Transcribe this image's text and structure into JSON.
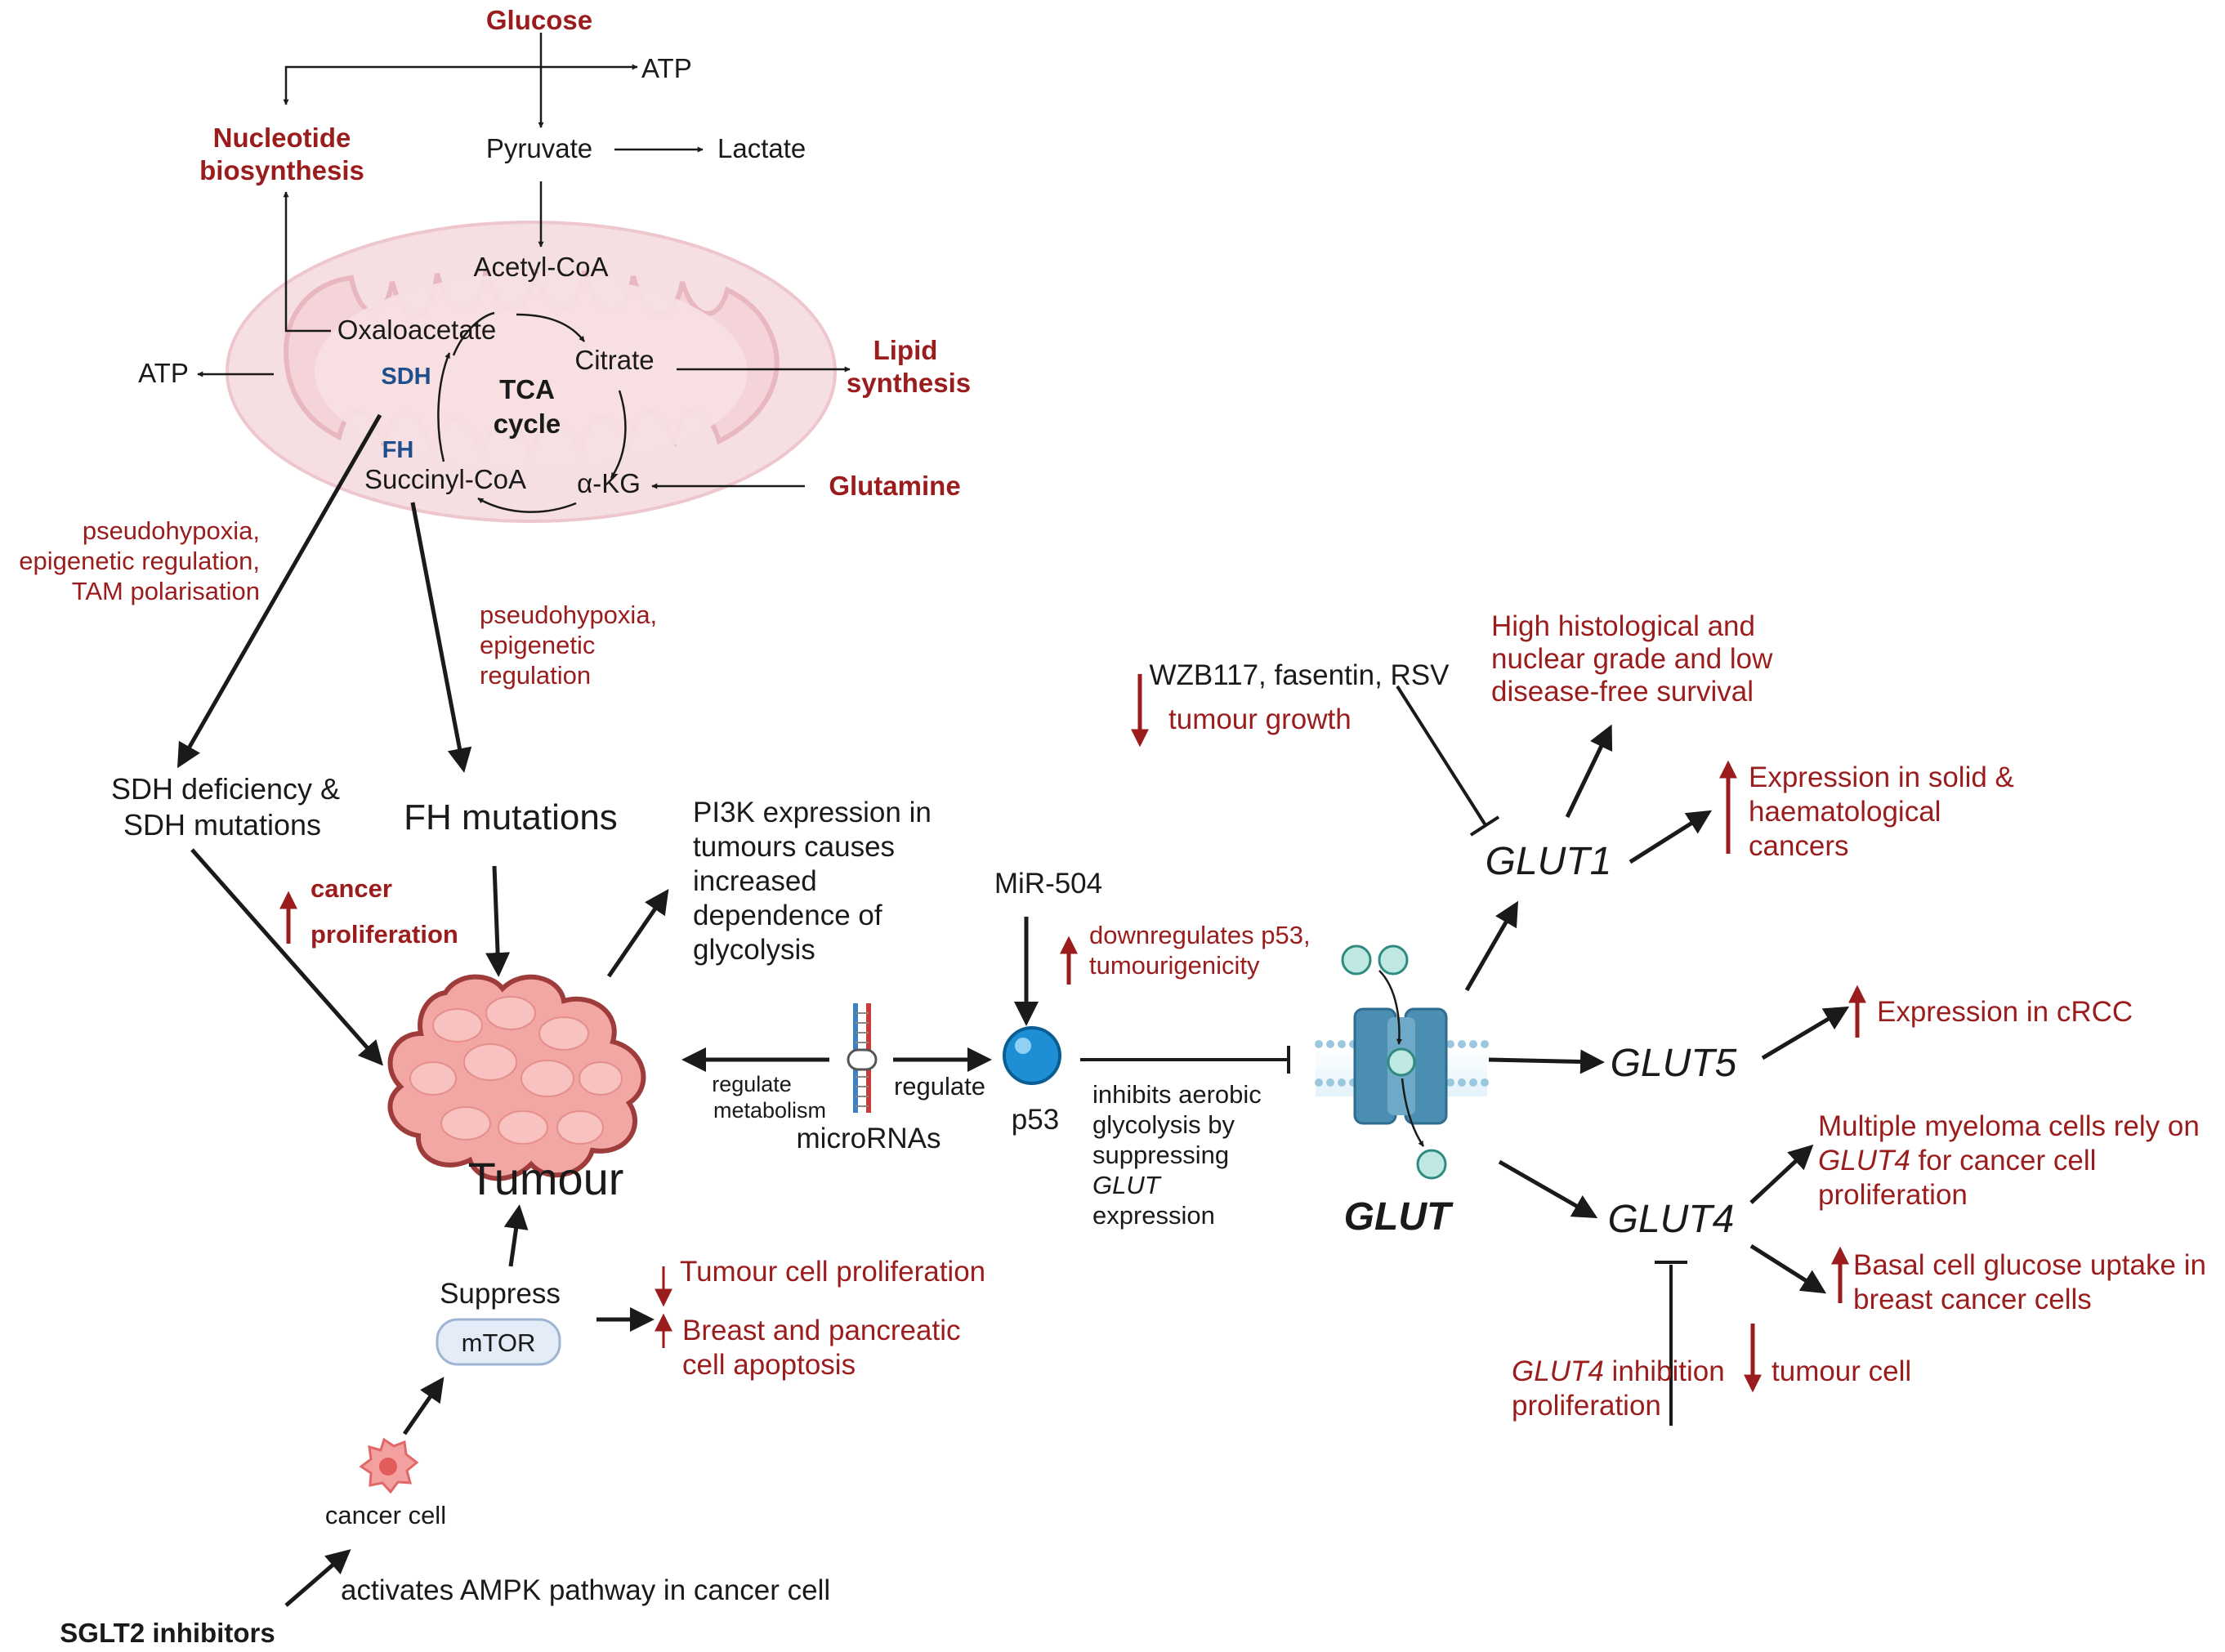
{
  "metabolism": {
    "glucose": "Glucose",
    "atp_top": "ATP",
    "pyruvate": "Pyruvate",
    "lactate": "Lactate",
    "nucleotide": [
      "Nucleotide",
      "biosynthesis"
    ],
    "acetyl_coa": "Acetyl-CoA",
    "oxaloacetate": "Oxaloacetate",
    "citrate": "Citrate",
    "atp_left": "ATP",
    "lipid": [
      "Lipid",
      "synthesis"
    ],
    "sdh": "SDH",
    "fh": "FH",
    "tca": [
      "TCA",
      "cycle"
    ],
    "succinyl_coa": "Succinyl-CoA",
    "akg": "α-KG",
    "glutamine": "Glutamine"
  },
  "left": {
    "pseudo1": [
      "pseudohypoxia,",
      "epigenetic regulation,",
      "TAM polarisation"
    ],
    "pseudo2": [
      "pseudohypoxia,",
      "epigenetic",
      "regulation"
    ],
    "sdh_def": [
      "SDH deficiency &",
      "SDH mutations"
    ],
    "fh_mut": "FH mutations",
    "cancer_prolif": [
      "cancer",
      "proliferation"
    ],
    "pi3k": [
      "PI3K expression in",
      "tumours causes",
      "increased",
      "dependence of",
      "glycolysis"
    ],
    "tumour": "Tumour",
    "regulate_metabolism": [
      "regulate",
      "metabolism"
    ],
    "regulate": "regulate",
    "micrornas": "microRNAs",
    "mir504": "MiR-504",
    "downreg": [
      "downregulates p53,",
      "tumourigenicity"
    ],
    "p53": "p53",
    "inhibits": [
      "inhibits aerobic",
      "glycolysis by",
      "suppressing",
      "GLUT",
      "expression"
    ],
    "suppress": "Suppress",
    "mtor": "mTOR",
    "tumour_cell_prolif": "Tumour cell proliferation",
    "apoptosis": [
      "Breast and pancreatic",
      "cell apoptosis"
    ],
    "cancer_cell": "cancer cell",
    "ampk": "activates AMPK pathway in cancer cell",
    "sglt2": "SGLT2 inhibitors"
  },
  "right": {
    "wzb": "WZB117, fasentin, RSV",
    "tumour_growth": "tumour growth",
    "high_hist": [
      "High histological and",
      "nuclear grade and low",
      "disease-free survival"
    ],
    "glut1": "GLUT1",
    "expr_solid": [
      "Expression in solid &",
      "haematological",
      "cancers"
    ],
    "glut5": "GLUT5",
    "expr_crcc": "Expression in cRCC",
    "glut": "GLUT",
    "glut4": "GLUT4",
    "myeloma": [
      "Multiple myeloma cells rely on",
      "GLUT4",
      " for cancer cell",
      "proliferation"
    ],
    "basal": [
      "Basal cell glucose uptake in",
      "breast cancer cells"
    ],
    "glut4_inhib": [
      "GLUT4",
      " inhibition",
      "proliferation"
    ],
    "tumour_cell": "tumour cell"
  },
  "colors": {
    "accent_red": "#9b1c1c",
    "enzyme_blue": "#1f4e8c",
    "mito_pink": "#f6dfe3",
    "tumour_pink": "#f2a7a4",
    "transporter_blue": "#4a8fb1"
  }
}
